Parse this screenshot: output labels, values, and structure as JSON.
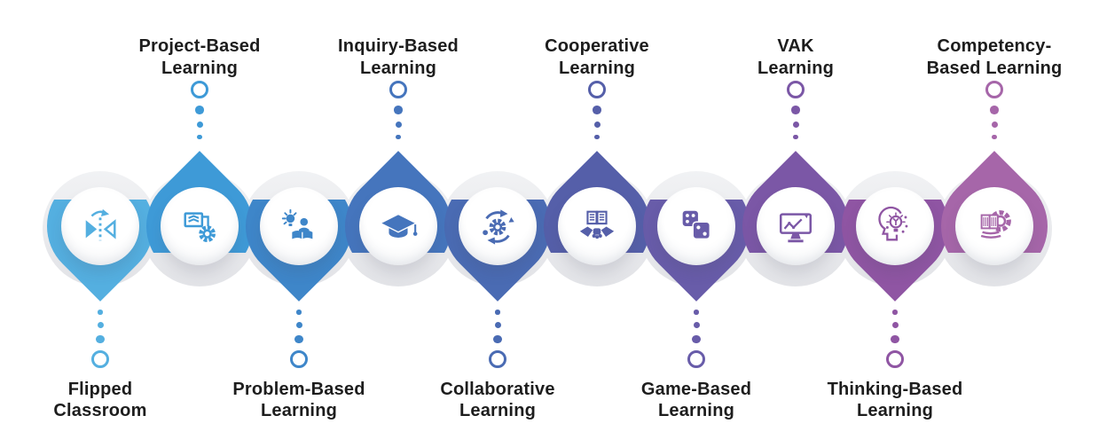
{
  "items": [
    {
      "label": "Flipped\nClassroom",
      "side": "bottom",
      "color": "#54AFE0",
      "icon": "flip-arrows-icon"
    },
    {
      "label": "Project-Based\nLearning",
      "side": "top",
      "color": "#3E9AD7",
      "icon": "book-gear-icon"
    },
    {
      "label": "Problem-Based\nLearning",
      "side": "bottom",
      "color": "#3E86C9",
      "icon": "idea-reader-icon"
    },
    {
      "label": "Inquiry-Based\nLearning",
      "side": "top",
      "color": "#4575BD",
      "icon": "graduation-cap-icon"
    },
    {
      "label": "Collaborative\nLearning",
      "side": "bottom",
      "color": "#4A6BB3",
      "icon": "gear-cycle-icon"
    },
    {
      "label": "Cooperative\nLearning",
      "side": "top",
      "color": "#555FA9",
      "icon": "book-handshake-icon"
    },
    {
      "label": "Game-Based\nLearning",
      "side": "bottom",
      "color": "#685CA9",
      "icon": "dice-icon"
    },
    {
      "label": "VAK\nLearning",
      "side": "top",
      "color": "#7B57A6",
      "icon": "monitor-chart-icon"
    },
    {
      "label": "Thinking-Based\nLearning",
      "side": "bottom",
      "color": "#8F55A3",
      "icon": "head-bulb-icon"
    },
    {
      "label": "Competency-\nBased Learning",
      "side": "top",
      "color": "#A666A9",
      "icon": "book-gear-pages-icon"
    }
  ],
  "colors": {
    "background": "#ffffff",
    "label_text": "#1d1d1d",
    "shadow_ring": "#e7e8eb"
  }
}
